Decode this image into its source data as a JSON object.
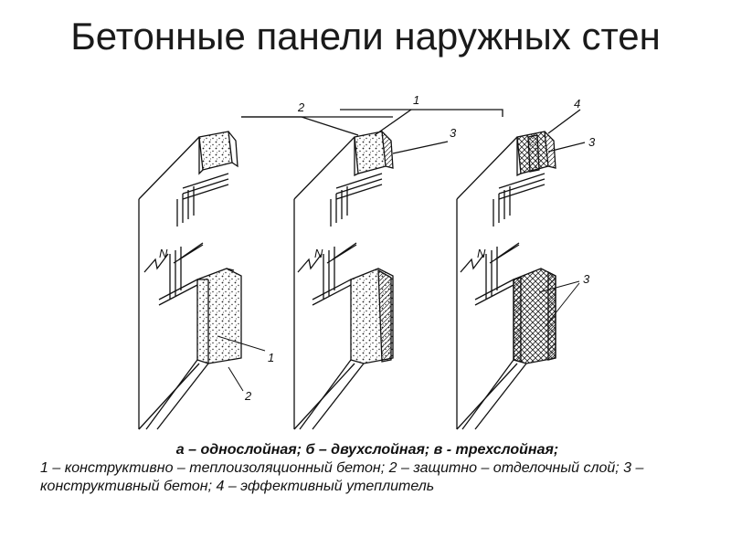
{
  "slide": {
    "title": "Бетонные панели наружных стен"
  },
  "diagram": {
    "callouts": {
      "panel_a_1": "1",
      "panel_a_2": "2",
      "panel_b_2": "2",
      "panel_b_1": "1",
      "panel_b_3": "3",
      "panel_c_4": "4",
      "panel_c_3_top": "3",
      "panel_c_3_bottom": "3"
    },
    "break_marks": {
      "panel_a": "N",
      "panel_b": "N",
      "panel_c": "N"
    }
  },
  "caption": {
    "heading": "а – однослойная; б – двухслойная; в - трехслойная;",
    "legend": "1 – конструктивно – теплоизоляционный  бетон; 2 – защитно – отделочный слой; 3 – конструктивный бетон; 4 – эффективный утеплитель"
  }
}
